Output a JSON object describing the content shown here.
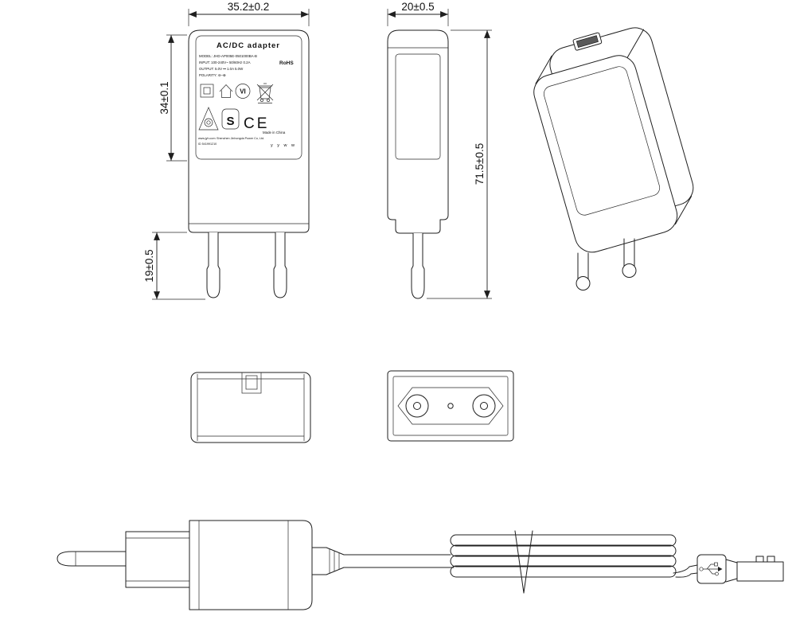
{
  "drawing": {
    "dims": {
      "front_width": "35.2±0.2",
      "side_depth": "20±0.5",
      "label_height": "34±0.1",
      "pin_length": "19±0.5",
      "overall_height": "71.5±0.5"
    },
    "label": {
      "title": "AC/DC  adapter",
      "model": "MODEL: JHD-AP005E-0501000BA-B",
      "input": "INPUT: 100-240V~  50/60Hz  0.2A",
      "rohs": "RoHS",
      "output": "OUTPUT: 5.0V ⎓ 1.0A  5.0W",
      "polarity": "POLARITY:  ⊖–⊕",
      "efficiency": "VI",
      "s_mark": "S",
      "ce": "CE",
      "made_in": "Made in China",
      "website": "www.jyh.com",
      "company": "Shenzhen Jinhongda Power Co, Ltd.",
      "id": "ID 541991210",
      "date_code": "y y w w"
    }
  }
}
